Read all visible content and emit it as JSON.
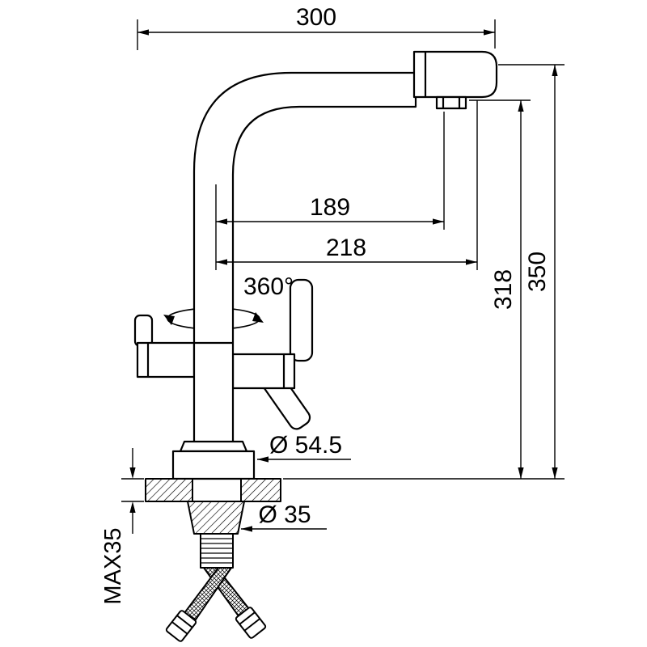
{
  "page": {
    "background_color": "#ffffff",
    "line_color": "#000000"
  },
  "drawing": {
    "labels": {
      "total_width": "300",
      "total_height": "350",
      "spout_height": "318",
      "spout_reach_inner": "189",
      "spout_reach_outer": "218",
      "swivel_angle": "360°",
      "base_diameter": "Ø 54.5",
      "shank_diameter": "Ø 35",
      "max_deck_thickness": "MAX35"
    }
  }
}
